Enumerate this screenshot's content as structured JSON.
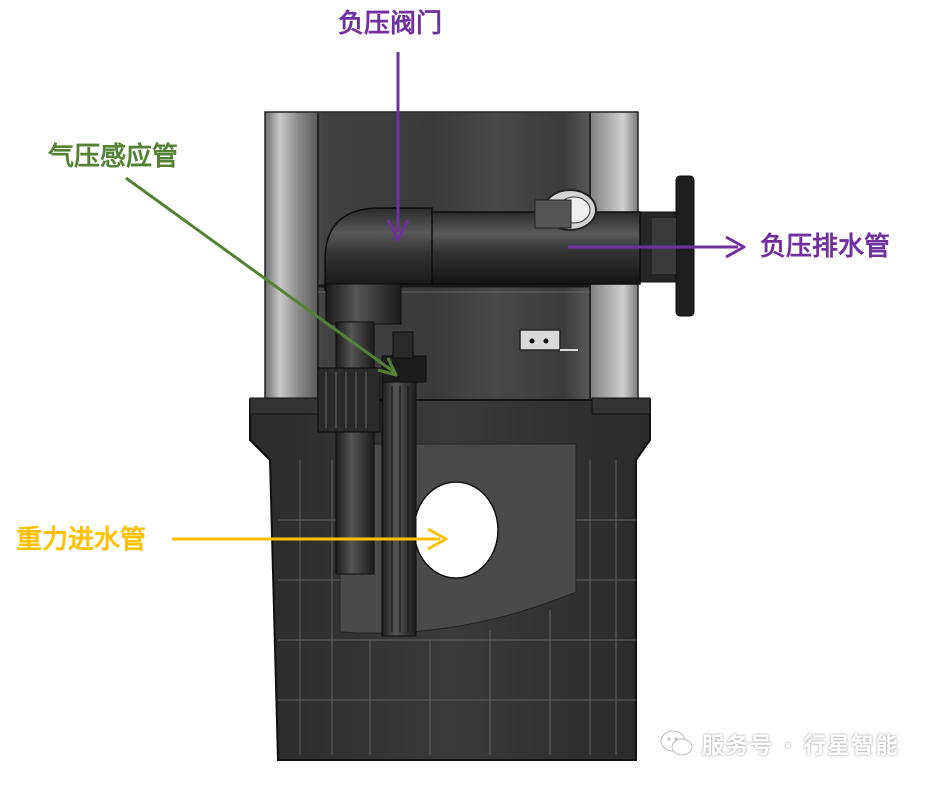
{
  "labels": {
    "valve": {
      "text": "负压阀门",
      "color": "#7030a0"
    },
    "sensor": {
      "text": "气压感应管",
      "color": "#548235"
    },
    "drain": {
      "text": "负压排水管",
      "color": "#7030a0"
    },
    "gravity": {
      "text": "重力进水管",
      "color": "#ffc000"
    }
  },
  "watermark": {
    "text": "服务号 · 行星智能"
  },
  "icons": {
    "watermark": "wechat-icon"
  }
}
